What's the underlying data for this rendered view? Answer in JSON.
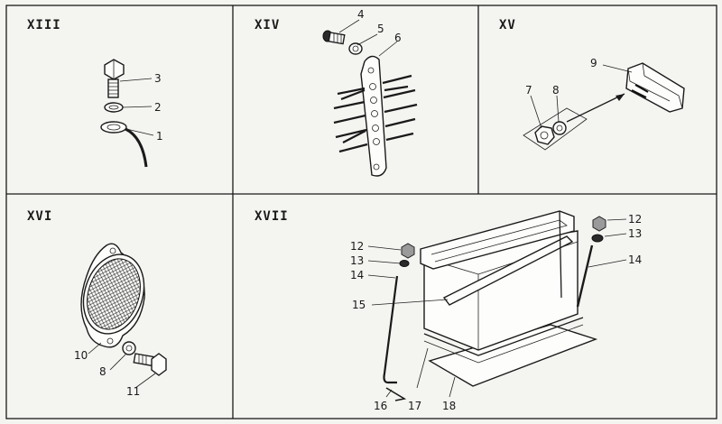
{
  "panels": {
    "p13": {
      "title": "XIII"
    },
    "p14": {
      "title": "XIV"
    },
    "p15": {
      "title": "XV"
    },
    "p16": {
      "title": "XVI"
    },
    "p17": {
      "title": "XVII"
    }
  },
  "labels": {
    "p13": [
      "1",
      "2",
      "3"
    ],
    "p14": [
      "4",
      "5",
      "6"
    ],
    "p15": [
      "7",
      "8",
      "9"
    ],
    "p16": [
      "8",
      "10",
      "11"
    ],
    "p17": [
      "12",
      "13",
      "14",
      "12",
      "13",
      "14",
      "15",
      "16",
      "17",
      "18"
    ]
  },
  "colors": {
    "ink": "#1a1a1a",
    "paper": "#f4f4f1"
  }
}
